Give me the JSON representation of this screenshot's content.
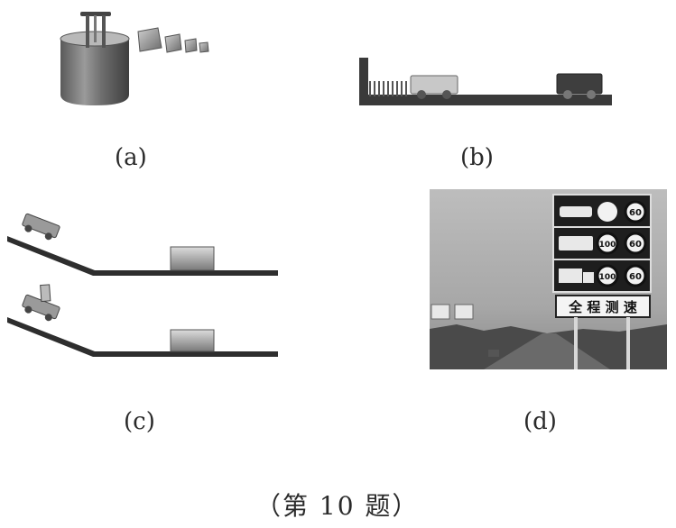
{
  "figure": {
    "panels": [
      {
        "id": "a",
        "label": "(a)"
      },
      {
        "id": "b",
        "label": "(b)"
      },
      {
        "id": "c",
        "label": "(c)"
      },
      {
        "id": "d",
        "label": "(d)"
      }
    ],
    "sign": {
      "speed_60": "60",
      "speed_100": "100",
      "banner": "全 程 测 速"
    },
    "caption": "（第 10 题）"
  }
}
